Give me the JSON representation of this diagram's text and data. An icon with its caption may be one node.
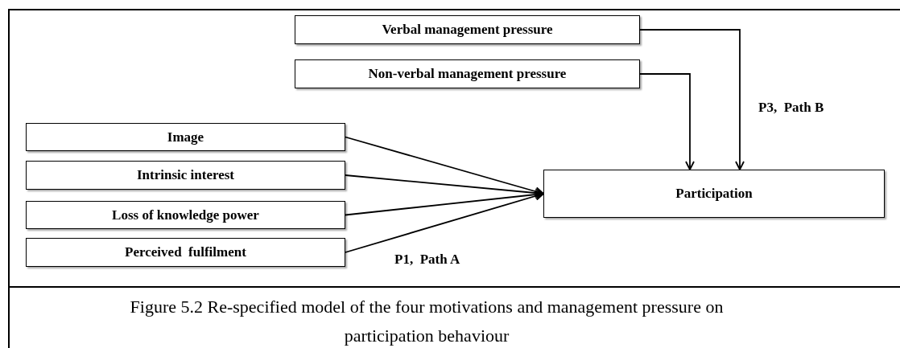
{
  "diagram": {
    "caption": "Figure 5.2 Re-specified model of the four motivations and management pressure on participation behaviour",
    "nodes": [
      {
        "text": [
          "Verbal management pressure"
        ]
      },
      {
        "text": [
          "Non-verbal management pressure"
        ]
      },
      {
        "text": [
          "Image"
        ]
      },
      {
        "text": [
          "Intrinsic interest"
        ]
      },
      {
        "text": [
          "Loss of knowledge power"
        ]
      },
      {
        "text": [
          "Perceived  fulfilment"
        ]
      },
      {
        "text": [
          "Participation"
        ]
      }
    ],
    "edges": [
      {
        "from": 2,
        "to": 6,
        "arrow": "to"
      },
      {
        "from": 3,
        "to": 6,
        "arrow": "to"
      },
      {
        "from": 4,
        "to": 6,
        "arrow": "to"
      },
      {
        "from": 5,
        "to": 6,
        "arrow": "to"
      },
      {
        "from": 1,
        "to": 6,
        "arrow": "to"
      },
      {
        "from": 0,
        "to": 6,
        "arrow": "to"
      }
    ],
    "labels": [
      "P3,  Path B",
      "P1,  Path A"
    ]
  }
}
